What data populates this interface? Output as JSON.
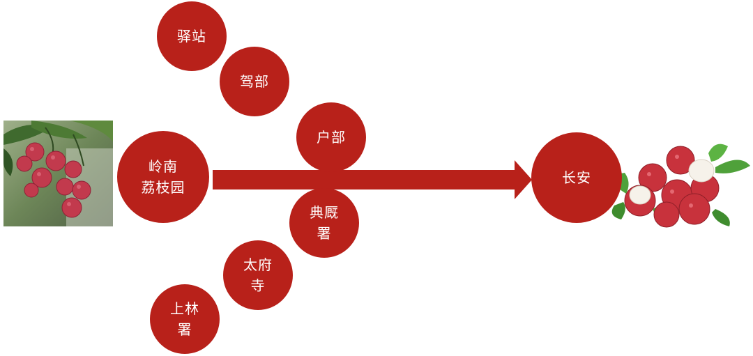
{
  "nodes": {
    "yizhan": "驿站",
    "jiabu": "驾部",
    "hubu": "户部",
    "lingnan": "岭南\n荔枝园",
    "dianjiu": "典厩\n署",
    "taifu": "太府\n寺",
    "shanglin": "上林\n署",
    "changan": "长安"
  },
  "colors": {
    "node": "#b8211a",
    "arrow": "#b8211a",
    "text": "#ffffff"
  },
  "images": {
    "left": "lychee-tree-photo",
    "right": "peeled-lychees-photo"
  }
}
